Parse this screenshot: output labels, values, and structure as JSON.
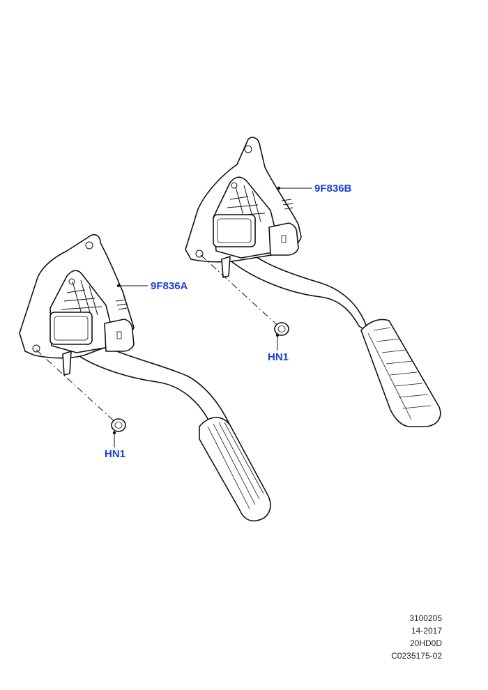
{
  "callouts": {
    "pedal_a_sensor": "9F836A",
    "pedal_b_sensor": "9F836B",
    "nut_a": "HN1",
    "nut_b": "HN1"
  },
  "footer": {
    "line1": "3100205",
    "line2": "14-2017",
    "line3": "20HD0D",
    "line4": "C0235175-02"
  },
  "colors": {
    "callout_text": "#1a3fd6",
    "line_art": "#111111"
  }
}
